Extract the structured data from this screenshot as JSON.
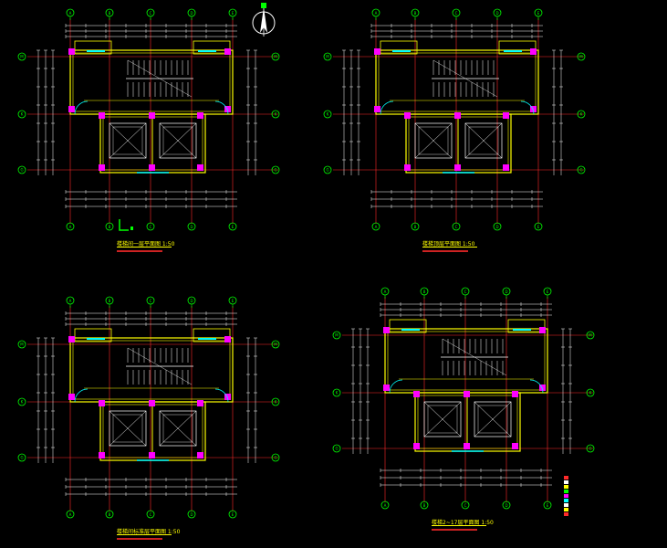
{
  "plans": [
    {
      "id": "plan-1",
      "ox": 20,
      "oy": 0,
      "title": "楼梯间一层平面图 1:50",
      "note": ""
    },
    {
      "id": "plan-2",
      "ox": 355,
      "oy": 0,
      "title": "楼梯顶层平面图 1:50",
      "note": ""
    },
    {
      "id": "plan-3",
      "ox": 20,
      "oy": 315,
      "title": "楼梯间标准层平面图 1:50",
      "note": ""
    },
    {
      "id": "plan-4",
      "ox": 365,
      "oy": 305,
      "title": "楼梯2~17层平面图 1:50",
      "note": ""
    }
  ],
  "axis_labels_top": [
    "A",
    "B",
    "C",
    "D",
    "E",
    "F"
  ],
  "axis_labels_side": [
    "M",
    "K",
    "G"
  ],
  "legend": {
    "rows": [
      {
        "label": "",
        "color": "#ff2a2a"
      },
      {
        "label": "",
        "color": "#ffffff"
      },
      {
        "label": "",
        "color": "#ffff00"
      },
      {
        "label": "",
        "color": "#00ff00"
      },
      {
        "label": "",
        "color": "#ff00ff"
      },
      {
        "label": "",
        "color": "#00ffff"
      },
      {
        "label": "",
        "color": "#ffffff"
      },
      {
        "label": "",
        "color": "#ffff00"
      },
      {
        "label": "",
        "color": "#ff2a2a"
      }
    ]
  },
  "colors": {
    "background": "#000000",
    "axis": "#ff2a2a",
    "wall": "#ffff00",
    "dimension": "#ffffff",
    "bubble": "#00ff00",
    "column": "#ff00ff",
    "window": "#00ffff"
  },
  "north_arrow": {
    "label": "N"
  }
}
